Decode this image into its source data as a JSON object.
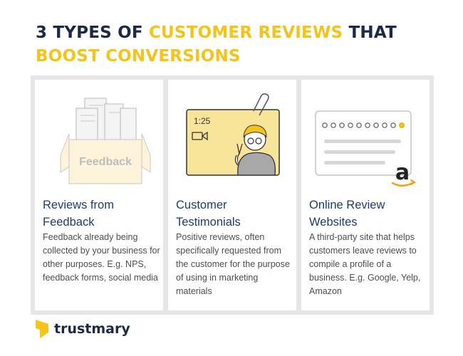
{
  "title": {
    "part1": "3 TYPES OF ",
    "part2": "CUSTOMER REVIEWS",
    "part3": " THAT",
    "part4": "BOOST CONVERSIONS"
  },
  "colors": {
    "navy": "#1b2a4a",
    "yellow": "#f6c31b",
    "heading_blue": "#1d3d6e",
    "panel_grey": "#e6e6e6"
  },
  "cards": [
    {
      "heading": "Reviews from Feedback",
      "body": "Feedback already being collected by your business for other purposes. E.g. NPS, feedback forms, social media",
      "box_label": "Feedback",
      "icon": "feedback-box-icon"
    },
    {
      "heading": "Customer Testimonials",
      "body": "Positive reviews, often specifically requested from the customer for the purpose of using in marketing materials",
      "timer": "1:25",
      "icon": "video-testimonial-icon"
    },
    {
      "heading": "Online Review Websites",
      "body": "A third-party site that helps customers leave reviews to compile a profile of a business. E.g. Google, Yelp, Amazon",
      "logo_letter": "a",
      "icon": "review-website-icon"
    }
  ],
  "brand": {
    "name": "trustmary",
    "icon": "trustmary-logo-icon"
  }
}
